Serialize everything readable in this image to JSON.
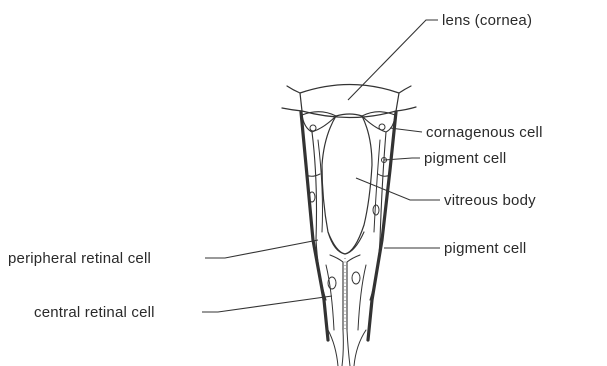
{
  "labels": {
    "lens": "lens (cornea)",
    "cornagenous": "cornagenous cell",
    "pigment_upper": "pigment cell",
    "vitreous": "vitreous body",
    "pigment_lower": "pigment cell",
    "peripheral_retinal": "peripheral retinal cell",
    "central_retinal": "central retinal cell"
  }
}
